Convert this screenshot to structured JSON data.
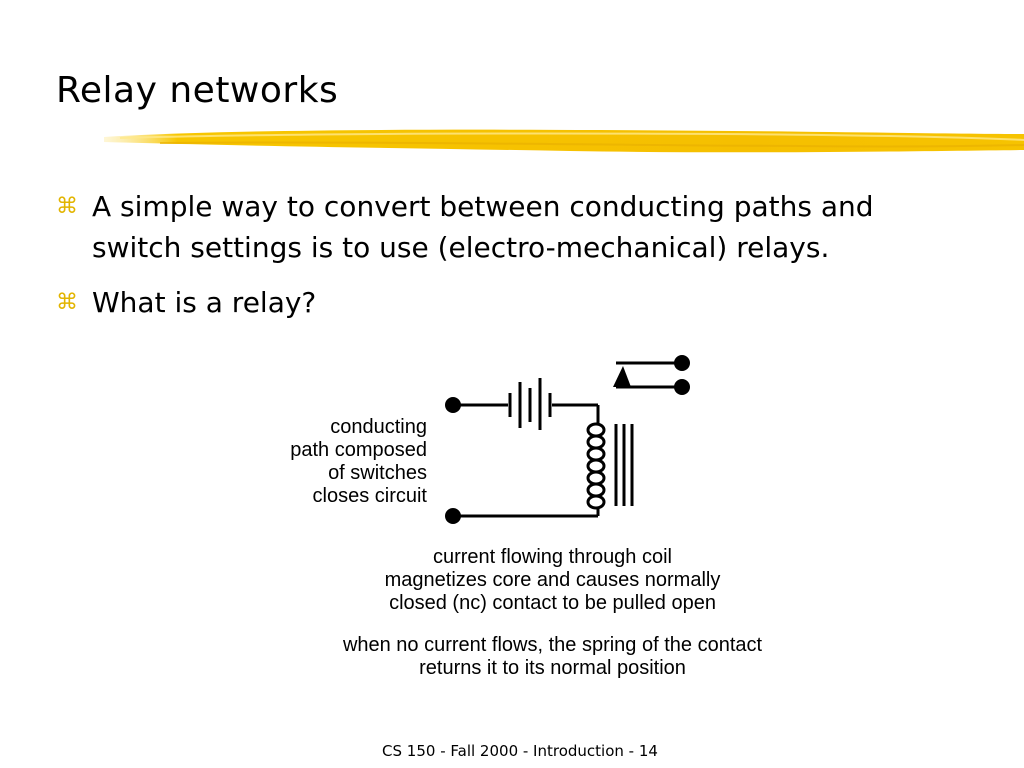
{
  "slide": {
    "title": "Relay networks",
    "bullets": [
      "A simple way to convert between conducting paths and switch settings is to use (electro-mechanical) relays.",
      "What is a relay?"
    ],
    "bullet_icon": "⌘",
    "diagram": {
      "left_label": [
        "conducting",
        "path composed",
        "of switches",
        "closes circuit"
      ],
      "caption_coil": [
        "current flowing through coil",
        "magnetizes core and causes normally",
        "closed (nc) contact to be pulled open"
      ],
      "caption_spring": [
        "when no current flows, the spring of the contact",
        "returns it to its normal position"
      ]
    },
    "footer": "CS 150 - Fall 2000 - Introduction - 14"
  },
  "colors": {
    "accent_highlight": "#f7c600",
    "bullet_icon": "#e2b400"
  },
  "icons": {
    "bullet": "command-key-icon",
    "diagram": "relay-schematic-icon"
  }
}
